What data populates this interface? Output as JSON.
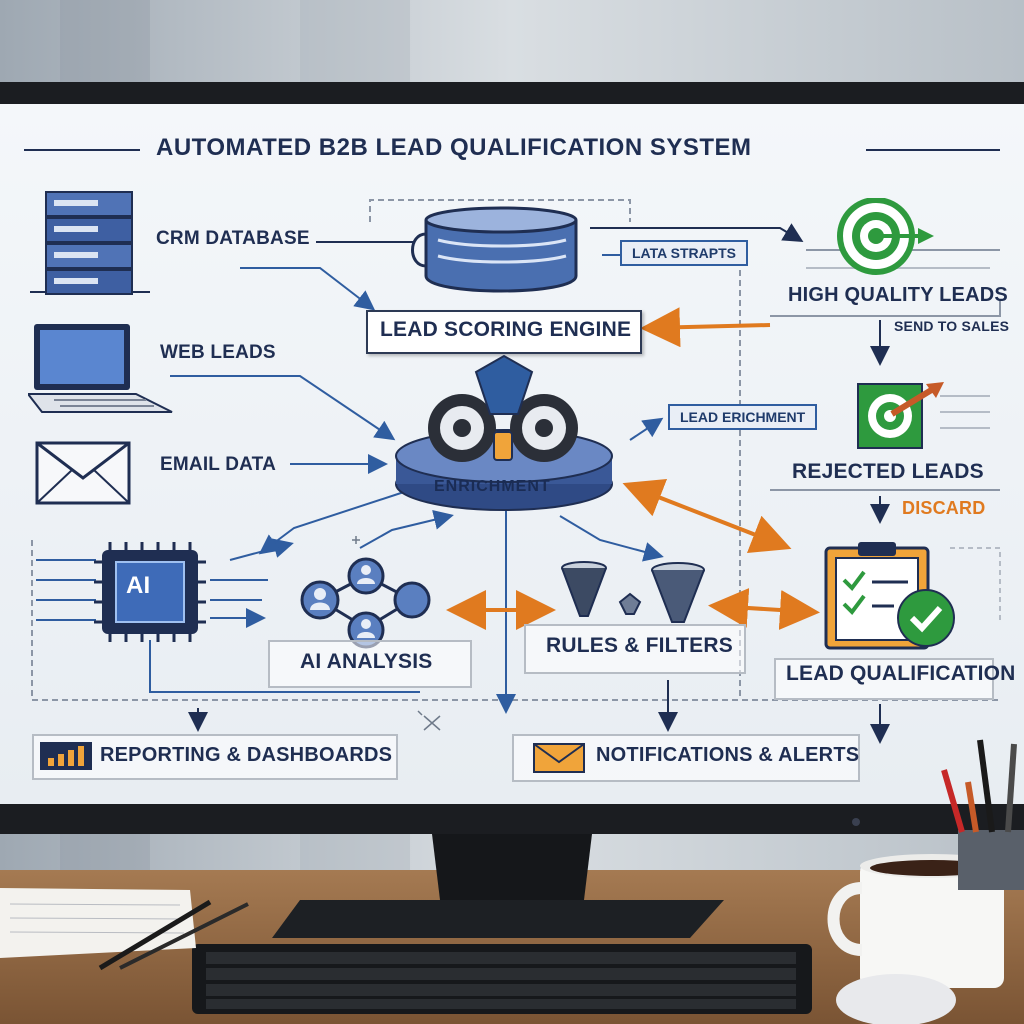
{
  "title": "AUTOMATED B2B LEAD QUALIFICATION SYSTEM",
  "sources": {
    "crm": "CRM DATABASE",
    "web": "WEB LEADS",
    "email": "EMAIL DATA"
  },
  "nodes": {
    "data_strapts": "LATA STRAPTS",
    "scoring_engine": "LEAD SCORING ENGINE",
    "enrichment_hub": "ENRICHMENT",
    "lead_enrichment": "LEAD ERICHMENT",
    "ai_chip": "AI",
    "ai_analysis": "AI ANALYSIS",
    "rules_filters": "RULES & FILTERS"
  },
  "outcomes": {
    "high_quality": "HIGH QUALITY LEADS",
    "send_to_sales": "SEND TO SALES",
    "rejected": "REJECTED LEADS",
    "discard": "DISCARD",
    "qualification": "LEAD QUALIFICATION"
  },
  "bottom": {
    "reporting": "REPORTING & DASHBOARDS",
    "notifications": "NOTIFICATIONS & ALERTS"
  },
  "colors": {
    "navy": "#1f2e52",
    "blue": "#2f5da0",
    "orange": "#e07a1f",
    "green": "#2e9a3e",
    "red": "#c62828"
  }
}
